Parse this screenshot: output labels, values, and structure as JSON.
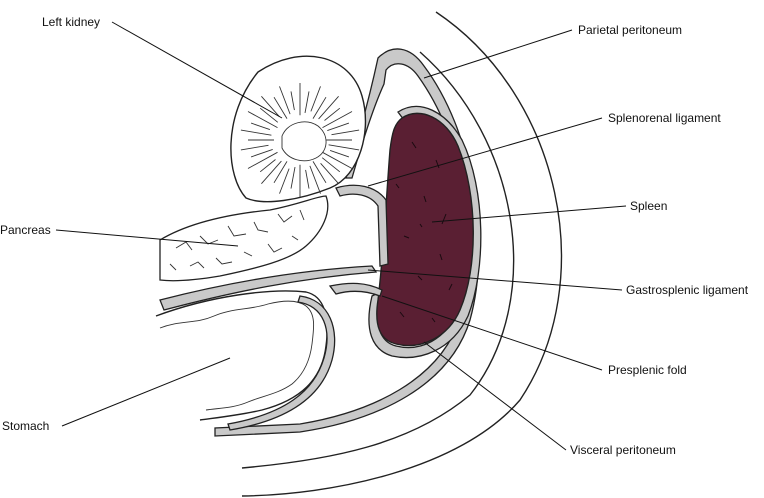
{
  "labels": {
    "left_kidney": "Left kidney",
    "parietal_peritoneum": "Parietal peritoneum",
    "splenorenal_ligament": "Splenorenal ligament",
    "spleen": "Spleen",
    "pancreas": "Pancreas",
    "gastrosplenic_ligament": "Gastrosplenic ligament",
    "presplenic_fold": "Presplenic fold",
    "stomach": "Stomach",
    "visceral_peritoneum": "Visceral peritoneum"
  },
  "colors": {
    "spleen_fill": "#5a1f33",
    "peritoneum_fill": "#c9c9c9",
    "line": "#222222",
    "background": "#ffffff"
  }
}
